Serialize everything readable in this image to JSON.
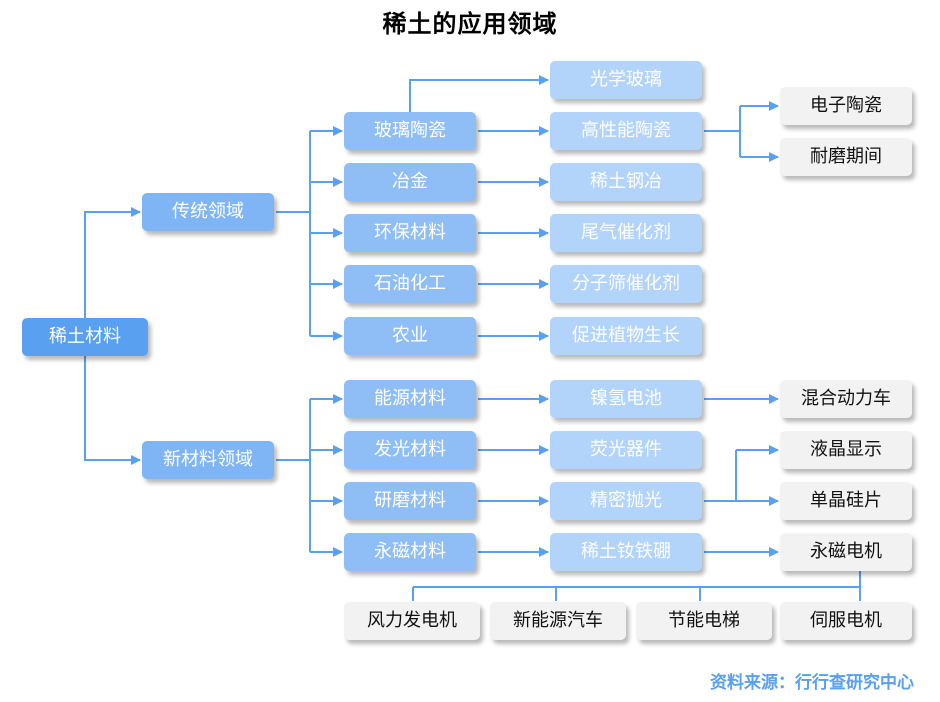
{
  "title": "稀土的应用领域",
  "colors": {
    "line": "#5aa0f0",
    "root": "#5aa0f0",
    "level1": "#7fb5f5",
    "level2": "#8fbdf6",
    "level3": "#b2d3fa",
    "leaf": "#f2f2f2"
  },
  "root": "稀土材料",
  "domains": {
    "traditional": "传统领域",
    "new": "新材料领域"
  },
  "traditional_materials": [
    "玻璃陶瓷",
    "冶金",
    "环保材料",
    "石油化工",
    "农业"
  ],
  "traditional_products": [
    "光学玻璃",
    "高性能陶瓷",
    "稀土钢冶",
    "尾气催化剂",
    "分子筛催化剂",
    "促进植物生长"
  ],
  "ceramic_applications": [
    "电子陶瓷",
    "耐磨期间"
  ],
  "new_materials": [
    "能源材料",
    "发光材料",
    "研磨材料",
    "永磁材料"
  ],
  "new_products": [
    "镍氢电池",
    "荧光器件",
    "精密抛光",
    "稀土钕铁硼"
  ],
  "new_applications": [
    "混合动力车",
    "液晶显示",
    "单晶硅片",
    "永磁电机"
  ],
  "motor_applications": [
    "风力发电机",
    "新能源汽车",
    "节能电梯",
    "伺服电机"
  ],
  "source": "资料来源：行行查研究中心"
}
